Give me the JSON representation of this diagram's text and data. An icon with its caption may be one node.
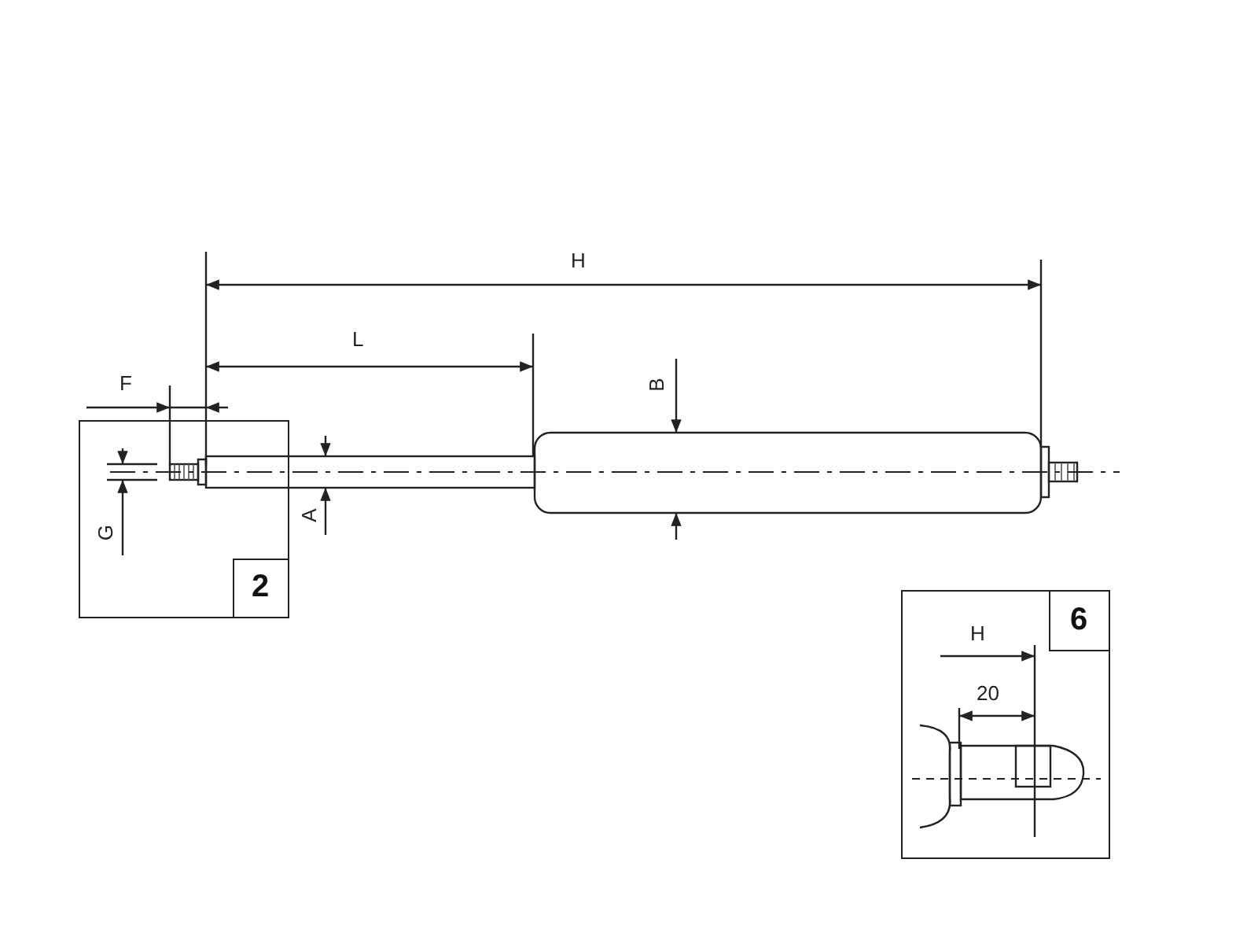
{
  "diagram": {
    "nodes": [
      {
        "text": [],
        "shape": "box"
      },
      {
        "text": [
          "2"
        ],
        "in": 0
      },
      {
        "text": [],
        "shape": "box"
      },
      {
        "text": [
          "6"
        ],
        "in": 2
      }
    ],
    "labels": [
      "H",
      "L",
      "F",
      "G",
      "A",
      "B",
      "H",
      "20"
    ]
  }
}
